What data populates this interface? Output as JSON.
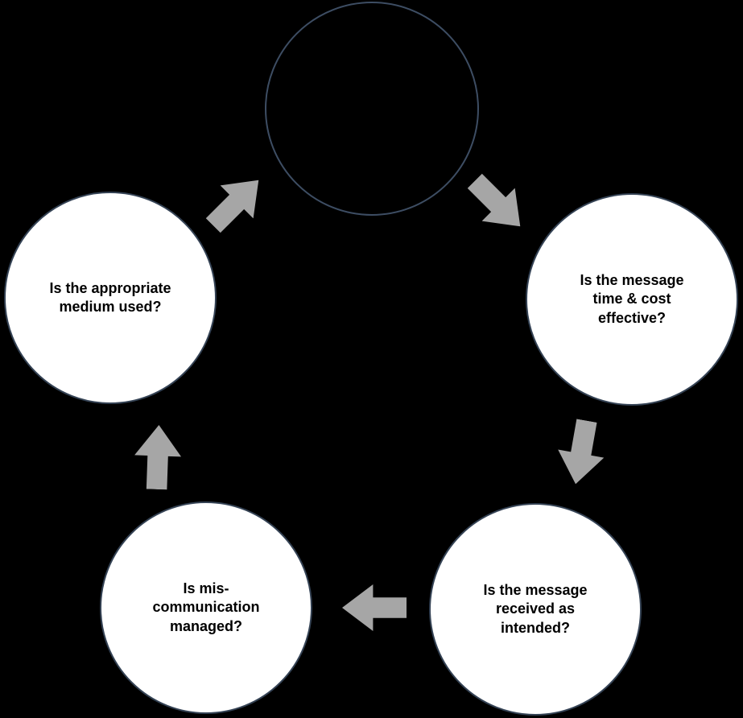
{
  "diagram": {
    "title": "communication-effectiveness-cycle",
    "colors": {
      "background": "#000000",
      "circle_fill": "#ffffff",
      "circle_border": "#344254",
      "top_circle_border": "#3d4d63",
      "arrow": "#a6a6a6",
      "text": "#000000"
    },
    "nodes": {
      "top": {
        "label": ""
      },
      "right": {
        "label": "Is the message\ntime & cost\neffective?"
      },
      "bottom_right": {
        "label": "Is the message\nreceived as\nintended?"
      },
      "bottom_left": {
        "label": "Is mis-\ncommunication\nmanaged?"
      },
      "left": {
        "label": "Is the appropriate\nmedium used?"
      }
    },
    "arrows": [
      {
        "name": "arrow-left-to-top",
        "direction": "up-right"
      },
      {
        "name": "arrow-top-to-right",
        "direction": "down-right"
      },
      {
        "name": "arrow-right-to-bottom-right",
        "direction": "down"
      },
      {
        "name": "arrow-bottom-right-to-bottom-left",
        "direction": "left"
      },
      {
        "name": "arrow-bottom-left-to-left",
        "direction": "up"
      }
    ]
  }
}
